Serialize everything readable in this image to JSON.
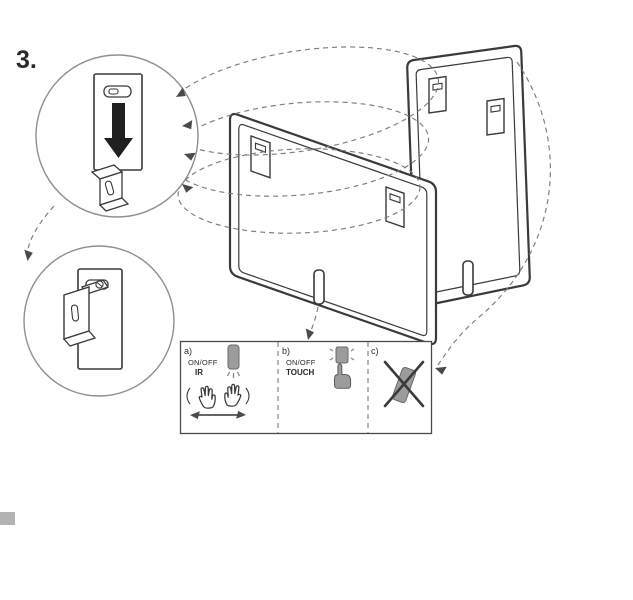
{
  "step": {
    "number": "3."
  },
  "legend": {
    "a": {
      "label": "a)",
      "mode": "ON/OFF",
      "method": "IR"
    },
    "b": {
      "label": "b)",
      "mode": "ON/OFF",
      "method": "TOUCH"
    },
    "c": {
      "label": "c)"
    }
  },
  "colors": {
    "background": "#ffffff",
    "outline": "#3a3a3a",
    "dashed": "#7c7c7c",
    "icon_gray": "#9c9c9c",
    "solid_black": "#1f1f1f",
    "page_marker": "#b3b3b3"
  },
  "icons": {
    "insert_arrow": "down-arrow",
    "mounting_plate": "keyhole-plate",
    "wall_bracket": "hook-bracket",
    "ir_control": "waving-hands",
    "touch_control": "pointing-hand",
    "not_allowed": "cross-x"
  }
}
